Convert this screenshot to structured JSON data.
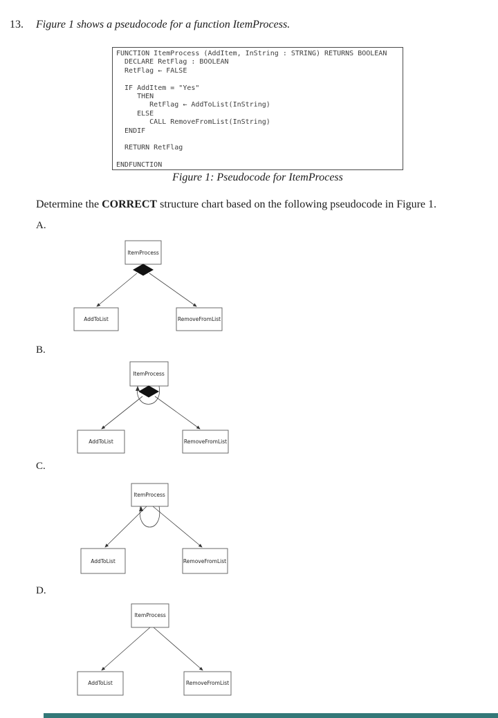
{
  "page": {
    "question_number": "13.",
    "intro_italic": "Figure 1 shows a pseudocode for a function ItemProcess.",
    "code": "FUNCTION ItemProcess (AddItem, InString : STRING) RETURNS BOOLEAN\n  DECLARE RetFlag : BOOLEAN\n  RetFlag ← FALSE\n\n  IF AddItem = \"Yes\"\n     THEN\n        RetFlag ← AddToList(InString)\n     ELSE\n        CALL RemoveFromList(InString)\n  ENDIF\n\n  RETURN RetFlag\n\nENDFUNCTION",
    "figure_caption": "Figure 1: Pseudocode for ItemProcess",
    "question": {
      "pre": "Determine the ",
      "bold": "CORRECT",
      "post": " structure chart based on the following pseudocode in Figure 1."
    }
  },
  "options": [
    {
      "label": "A.",
      "top_module": "ItemProcess",
      "left_module": "AddToList",
      "right_module": "RemoveFromList",
      "connector": "conditional-call-diamond"
    },
    {
      "label": "B.",
      "top_module": "ItemProcess",
      "left_module": "AddToList",
      "right_module": "RemoveFromList",
      "connector": "conditional-call-diamond-with-loop"
    },
    {
      "label": "C.",
      "top_module": "ItemProcess",
      "left_module": "AddToList",
      "right_module": "RemoveFromList",
      "connector": "loop-only"
    },
    {
      "label": "D.",
      "top_module": "ItemProcess",
      "left_module": "AddToList",
      "right_module": "RemoveFromList",
      "connector": "direct-call"
    }
  ],
  "colors": {
    "accent_bar": "#337878"
  }
}
